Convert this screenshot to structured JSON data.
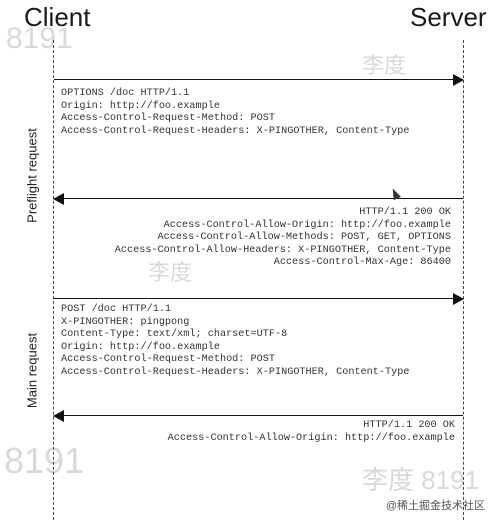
{
  "header": {
    "client_label": "Client",
    "server_label": "Server"
  },
  "sections": {
    "preflight_label": "Preflight request",
    "main_label": "Main request"
  },
  "messages": {
    "preflight_request": "OPTIONS /doc HTTP/1.1\nOrigin: http://foo.example\nAccess-Control-Request-Method: POST\nAccess-Control-Request-Headers: X-PINGOTHER, Content-Type",
    "preflight_response": "HTTP/1.1 200 OK\nAccess-Control-Allow-Origin: http://foo.example\nAccess-Control-Allow-Methods: POST, GET, OPTIONS\nAccess-Control-Allow-Headers: X-PINGOTHER, Content-Type\nAccess-Control-Max-Age: 86400",
    "main_request": "POST /doc HTTP/1.1\nX-PINGOTHER: pingpong\nContent-Type: text/xml; charset=UTF-8\nOrigin: http://foo.example\nAccess-Control-Request-Method: POST\nAccess-Control-Request-Headers: X-PINGOTHER, Content-Type",
    "main_response": "HTTP/1.1 200 OK\nAccess-Control-Allow-Origin: http://foo.example"
  },
  "watermarks": {
    "number": "8191",
    "name": "李度",
    "name_number": "李度 8191"
  },
  "footer": {
    "text": "@稀土掘金技术社区"
  },
  "colors": {
    "line": "#111111",
    "text": "#333333",
    "watermark": "#d9d9d9"
  }
}
